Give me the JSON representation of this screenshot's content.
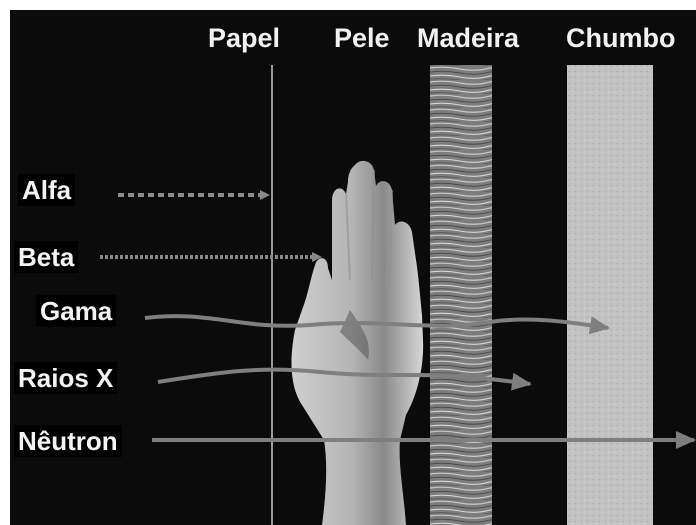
{
  "materials": {
    "paper": "Papel",
    "skin": "Pele",
    "wood": "Madeira",
    "lead": "Chumbo"
  },
  "radiation": {
    "alpha": "Alfa",
    "beta": "Beta",
    "gamma": "Gama",
    "xray": "Raios X",
    "neutron": "Nêutron"
  },
  "colors": {
    "background": "#0b0b0b",
    "text": "#f2f2f2",
    "arrow": "#8a8a8a",
    "paper_line": "#9a9a9a",
    "wood": "#8f8f8f",
    "lead": "#c4c4c4"
  }
}
